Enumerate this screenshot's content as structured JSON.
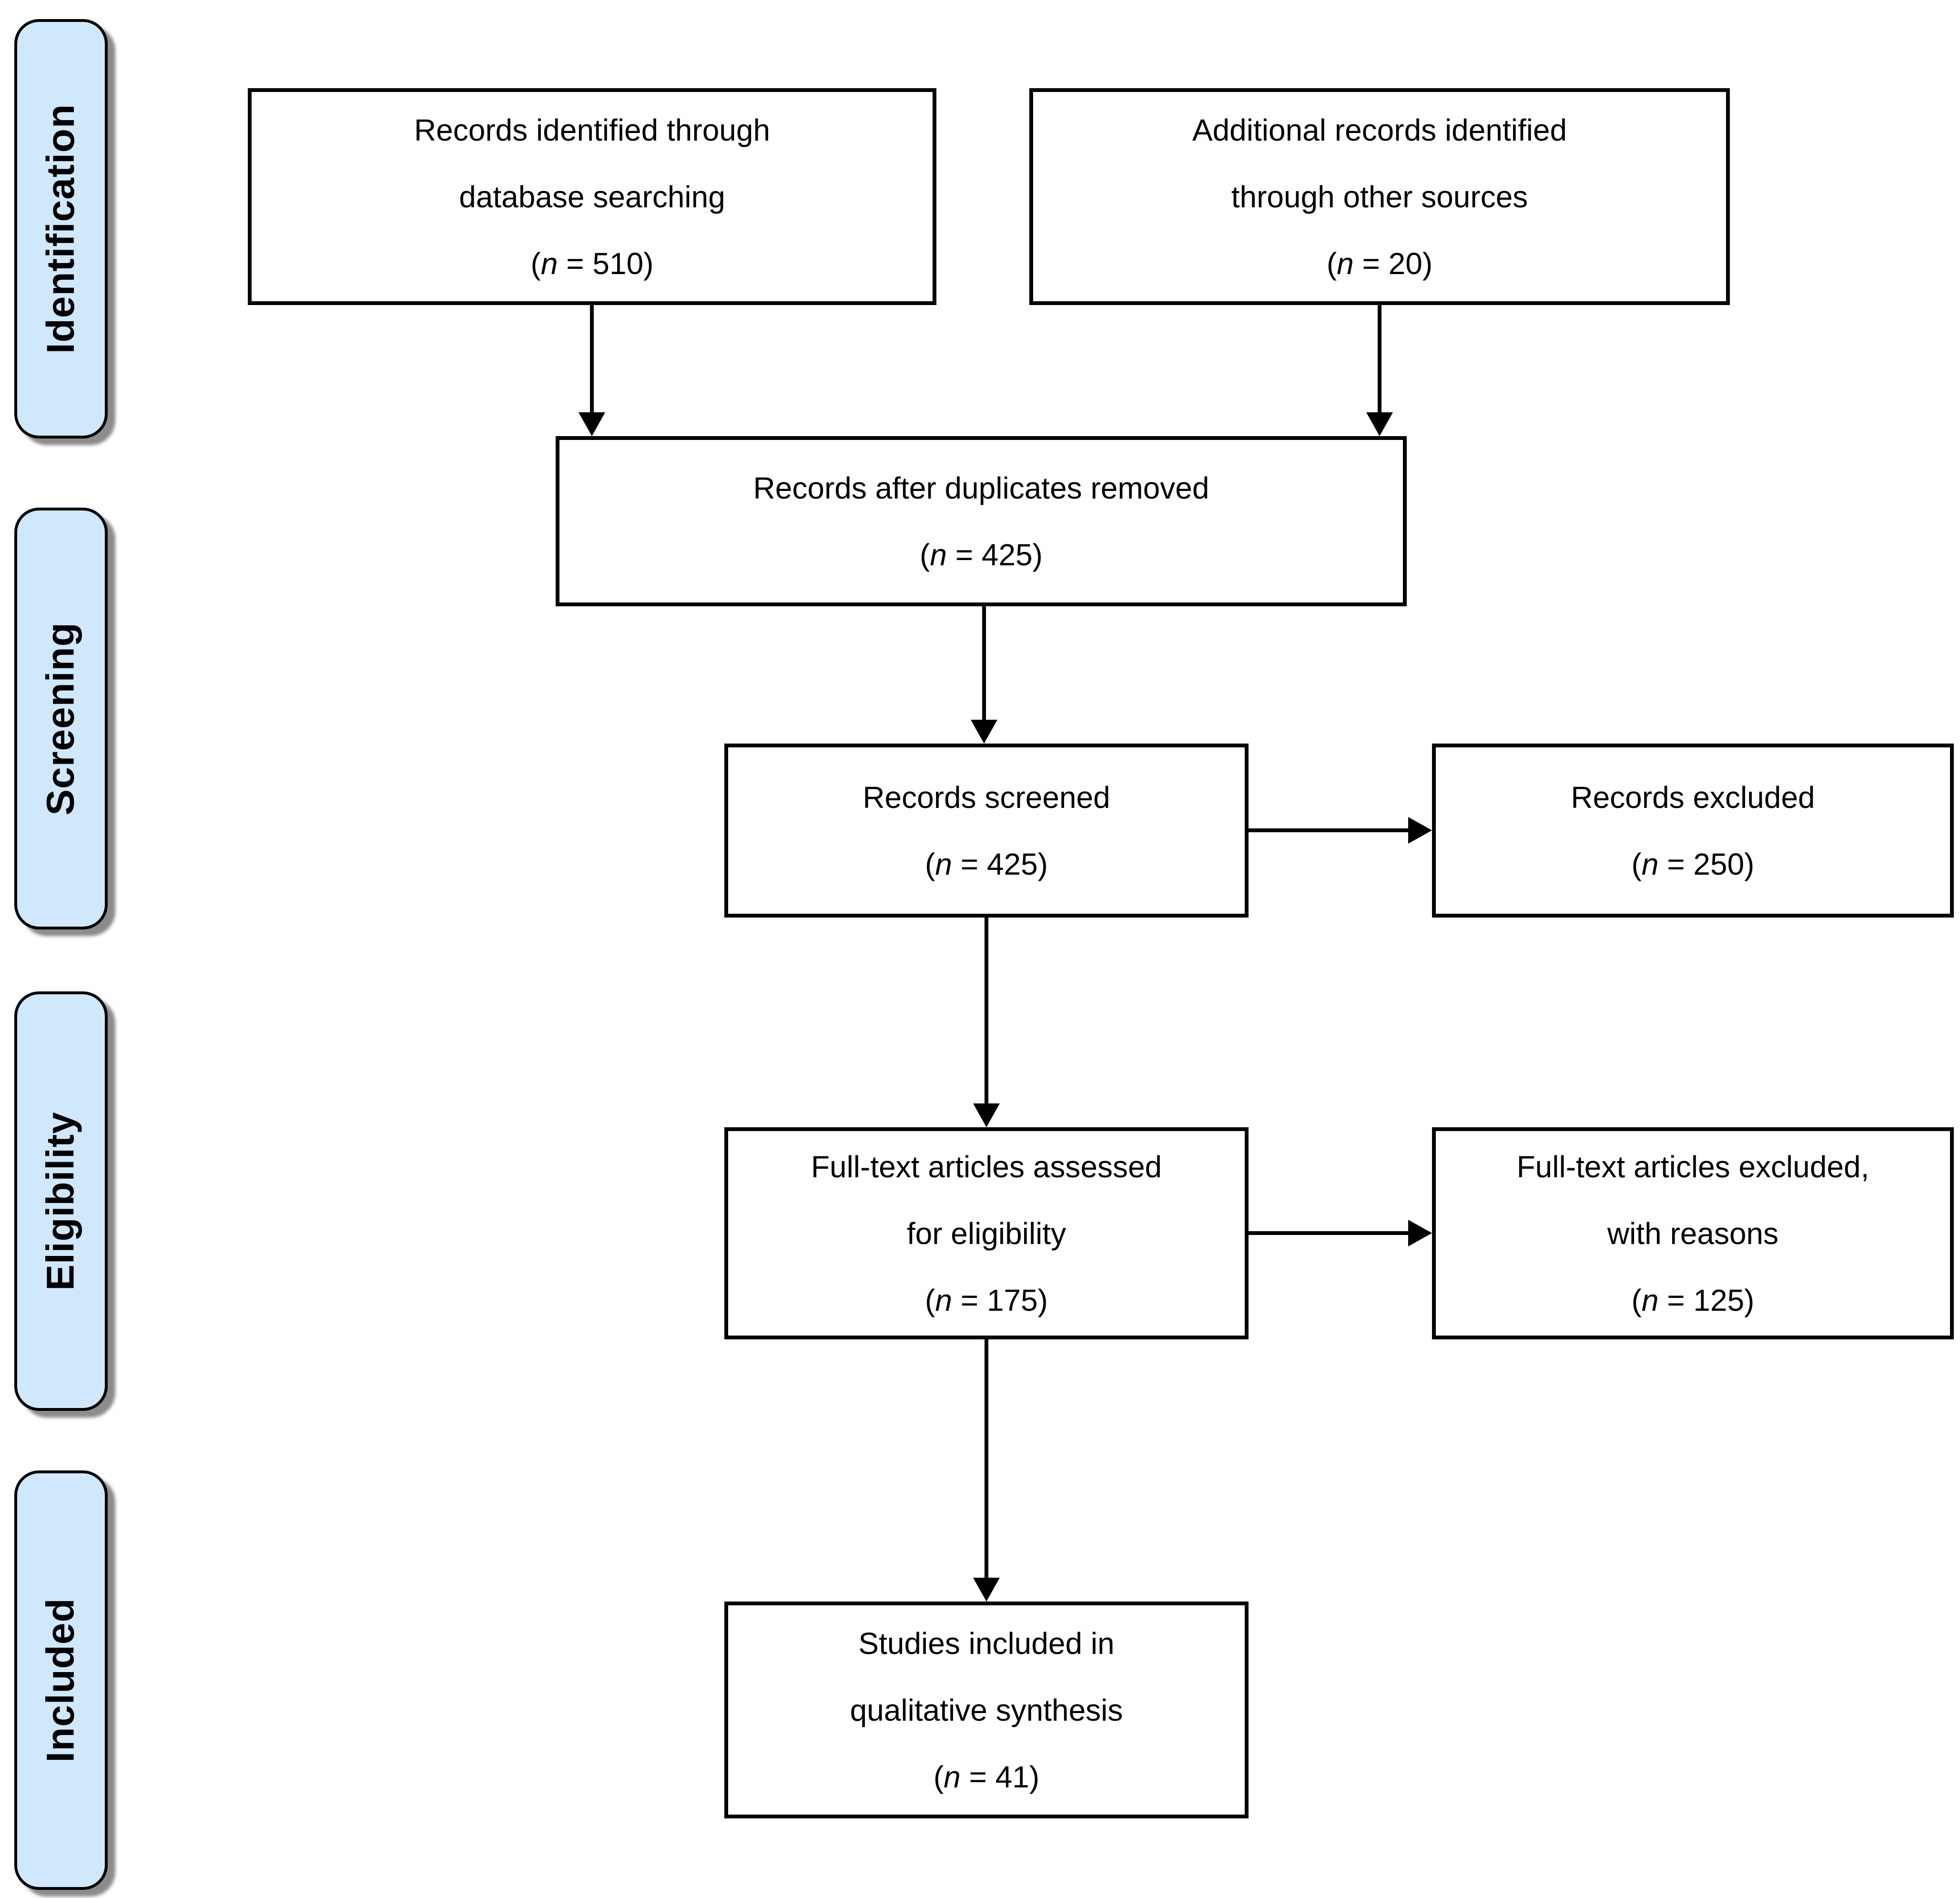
{
  "sidebar": {
    "items": [
      {
        "label": "Identification"
      },
      {
        "label": "Screening"
      },
      {
        "label": "Eligibility"
      },
      {
        "label": "Included"
      }
    ]
  },
  "boxes": {
    "identified_db": {
      "lines": [
        "Records identified through",
        "database searching"
      ],
      "count": {
        "pre": "(",
        "n": "n",
        "post": " = 510)"
      }
    },
    "identified_other": {
      "lines": [
        "Additional records identified",
        "through other sources"
      ],
      "count": {
        "pre": "(",
        "n": "n",
        "post": " = 20)"
      }
    },
    "after_duplicates": {
      "lines": [
        "Records after duplicates removed"
      ],
      "count": {
        "pre": "(",
        "n": "n",
        "post": " = 425)"
      }
    },
    "screened": {
      "lines": [
        "Records screened"
      ],
      "count": {
        "pre": "(",
        "n": "n",
        "post": " = 425)"
      }
    },
    "records_excluded": {
      "lines": [
        "Records excluded"
      ],
      "count": {
        "pre": "(",
        "n": "n",
        "post": " = 250)"
      }
    },
    "fulltext_assessed": {
      "lines": [
        "Full-text articles assessed",
        "for eligibility"
      ],
      "count": {
        "pre": "(",
        "n": "n",
        "post": " = 175)"
      }
    },
    "fulltext_excluded": {
      "lines": [
        "Full-text articles excluded,",
        "with reasons"
      ],
      "count": {
        "pre": "(",
        "n": "n",
        "post": " = 125)"
      }
    },
    "included_qualitative": {
      "lines": [
        "Studies included in",
        "qualitative synthesis"
      ],
      "count": {
        "pre": "(",
        "n": "n",
        "post": " = 41)"
      }
    }
  },
  "colors": {
    "stage_fill": "#cfe8fb",
    "stage_border": "#000000",
    "stage_shadow": "#8c8c8c",
    "box_fill": "#ffffff",
    "box_border": "#000000",
    "arrow": "#000000",
    "text": "#000000",
    "background": "#ffffff"
  }
}
